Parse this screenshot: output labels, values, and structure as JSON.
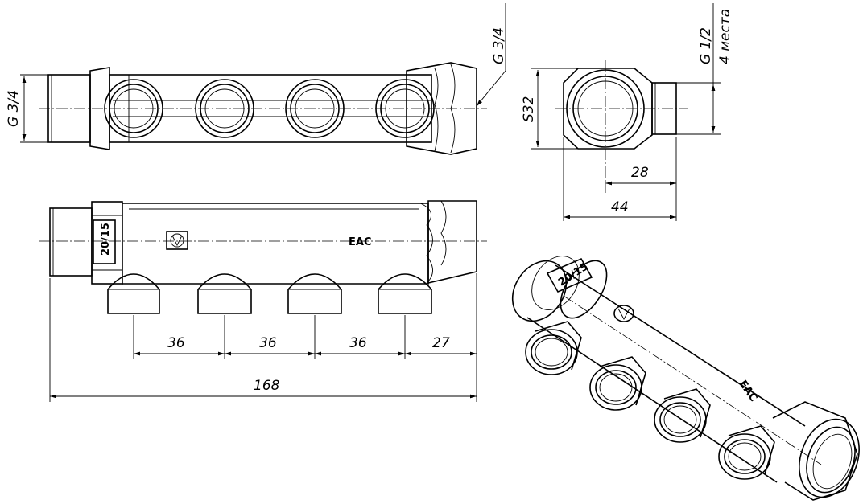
{
  "labels": {
    "thread_inlet": "G 3/4",
    "thread_outlet": "G 3/4",
    "thread_branch": "G 1/2",
    "branch_count": "4 места",
    "wrench_size": "S32",
    "dim_28": "28",
    "dim_44": "44",
    "pitch_1": "36",
    "pitch_2": "36",
    "pitch_3": "36",
    "end_offset": "27",
    "overall_length": "168"
  },
  "markings": {
    "size_tag": "20/15",
    "cert_mark": "EAC",
    "iso_size_tag": "20/15",
    "iso_cert_mark": "EAC"
  }
}
